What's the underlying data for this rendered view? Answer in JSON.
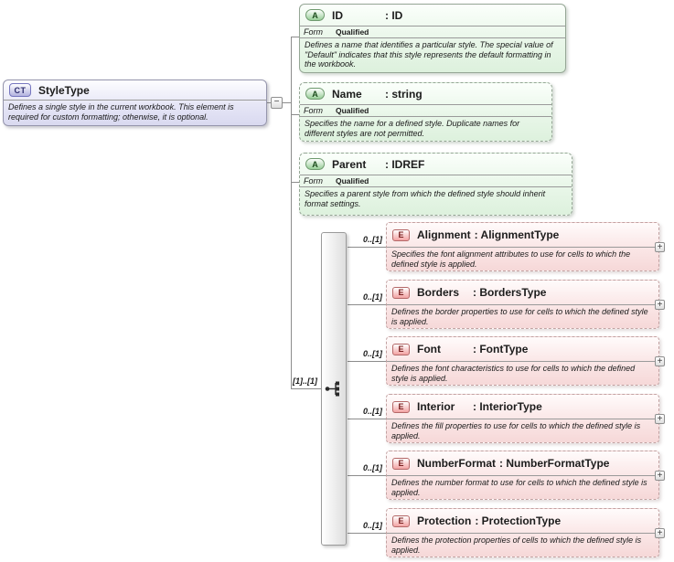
{
  "colors": {
    "complextype_accent": "#b2b2df",
    "attribute_accent": "#98cf98",
    "element_accent": "#f2a2a2"
  },
  "glyphs": {
    "collapse": "−",
    "expand": "+"
  },
  "root": {
    "badge": "CT",
    "title": "StyleType",
    "description": "Defines a single style in the current workbook. This element is required for custom formatting; otherwise, it is optional."
  },
  "sequence": {
    "cardinality": "[1]..[1]"
  },
  "attributes": [
    {
      "badge": "A",
      "name": "ID",
      "type": ": ID",
      "form_label": "Form",
      "form_value": "Qualified",
      "description": "Defines a name that identifies a particular style. The special value of \"Default\" indicates that this style represents the default formatting in the workbook."
    },
    {
      "badge": "A",
      "name": "Name",
      "type": ": string",
      "form_label": "Form",
      "form_value": "Qualified",
      "description": "Specifies the name for a defined style. Duplicate names for different styles are not permitted."
    },
    {
      "badge": "A",
      "name": "Parent",
      "type": ": IDREF",
      "form_label": "Form",
      "form_value": "Qualified",
      "description": "Specifies a parent style from which the defined style should inherit format settings."
    }
  ],
  "elements": [
    {
      "badge": "E",
      "name": "Alignment",
      "type": ": AlignmentType",
      "cardinality": "0..[1]",
      "description": "Specifies the font alignment attributes to use for cells to which the defined style is applied."
    },
    {
      "badge": "E",
      "name": "Borders",
      "type": ": BordersType",
      "cardinality": "0..[1]",
      "description": "Defines the border properties to use for cells to which the defined style is applied."
    },
    {
      "badge": "E",
      "name": "Font",
      "type": ": FontType",
      "cardinality": "0..[1]",
      "description": "Defines the font characteristics to use for cells to which the defined style is applied."
    },
    {
      "badge": "E",
      "name": "Interior",
      "type": ": InteriorType",
      "cardinality": "0..[1]",
      "description": "Defines the fill properties to use for cells to which the defined style is applied."
    },
    {
      "badge": "E",
      "name": "NumberFormat",
      "type": ": NumberFormatType",
      "cardinality": "0..[1]",
      "description": "Defines the number format to use for cells to which the defined style is applied."
    },
    {
      "badge": "E",
      "name": "Protection",
      "type": ": ProtectionType",
      "cardinality": "0..[1]",
      "description": "Defines the protection properties of cells to which the defined style is applied."
    }
  ]
}
